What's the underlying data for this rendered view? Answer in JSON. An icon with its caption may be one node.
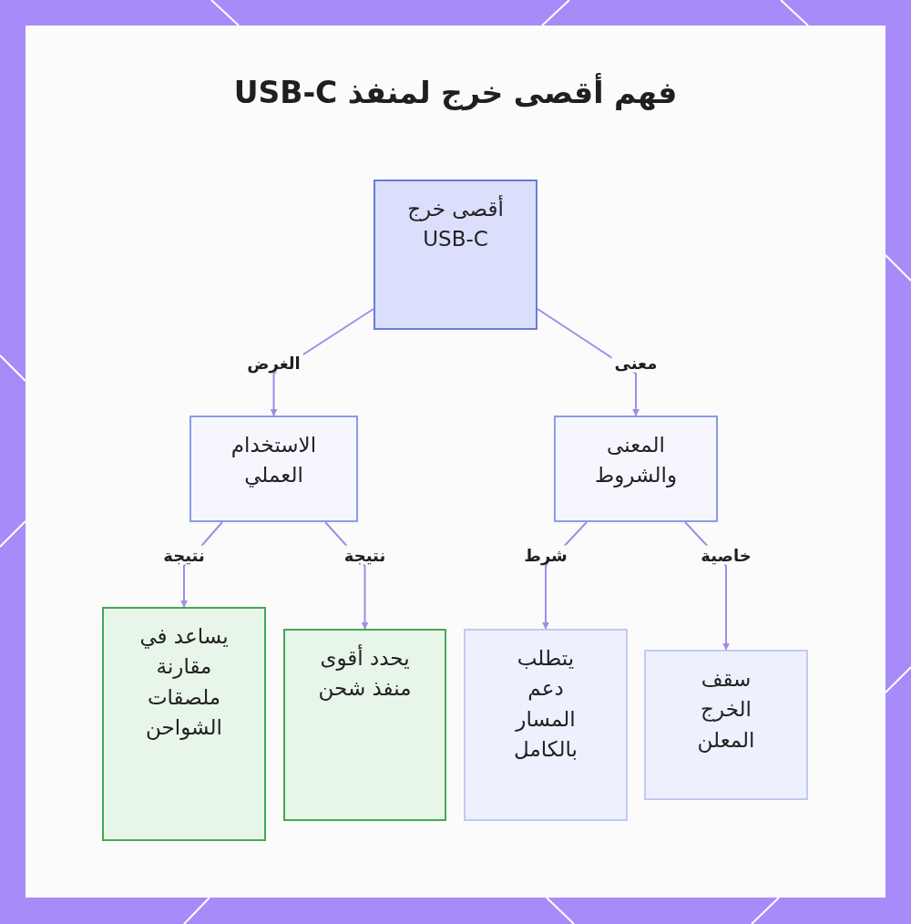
{
  "diagram": {
    "title": "فهم أقصى خرج لمنفذ USB-C",
    "nodes": [
      {
        "text": [
          "أقصى خرج USB-C"
        ]
      },
      {
        "text": [
          "الاستخدام العملي"
        ]
      },
      {
        "text": [
          "المعنى والشروط"
        ]
      },
      {
        "text": [
          "يساعد في مقارنة ملصقات الشواحن"
        ]
      },
      {
        "text": [
          "يحدد أقوى منفذ شحن"
        ]
      },
      {
        "text": [
          "يتطلب دعم المسار بالكامل"
        ]
      },
      {
        "text": [
          "سقف الخرج المعلن"
        ]
      }
    ],
    "edges": [
      {
        "from": 0,
        "to": 1,
        "arrow": "to",
        "label": "الغرض"
      },
      {
        "from": 0,
        "to": 2,
        "arrow": "to",
        "label": "معنى"
      },
      {
        "from": 1,
        "to": 3,
        "arrow": "to",
        "label": "نتيجة"
      },
      {
        "from": 1,
        "to": 4,
        "arrow": "to",
        "label": "نتيجة"
      },
      {
        "from": 2,
        "to": 5,
        "arrow": "to",
        "label": "شرط"
      },
      {
        "from": 2,
        "to": 6,
        "arrow": "to",
        "label": "خاصية"
      }
    ]
  }
}
